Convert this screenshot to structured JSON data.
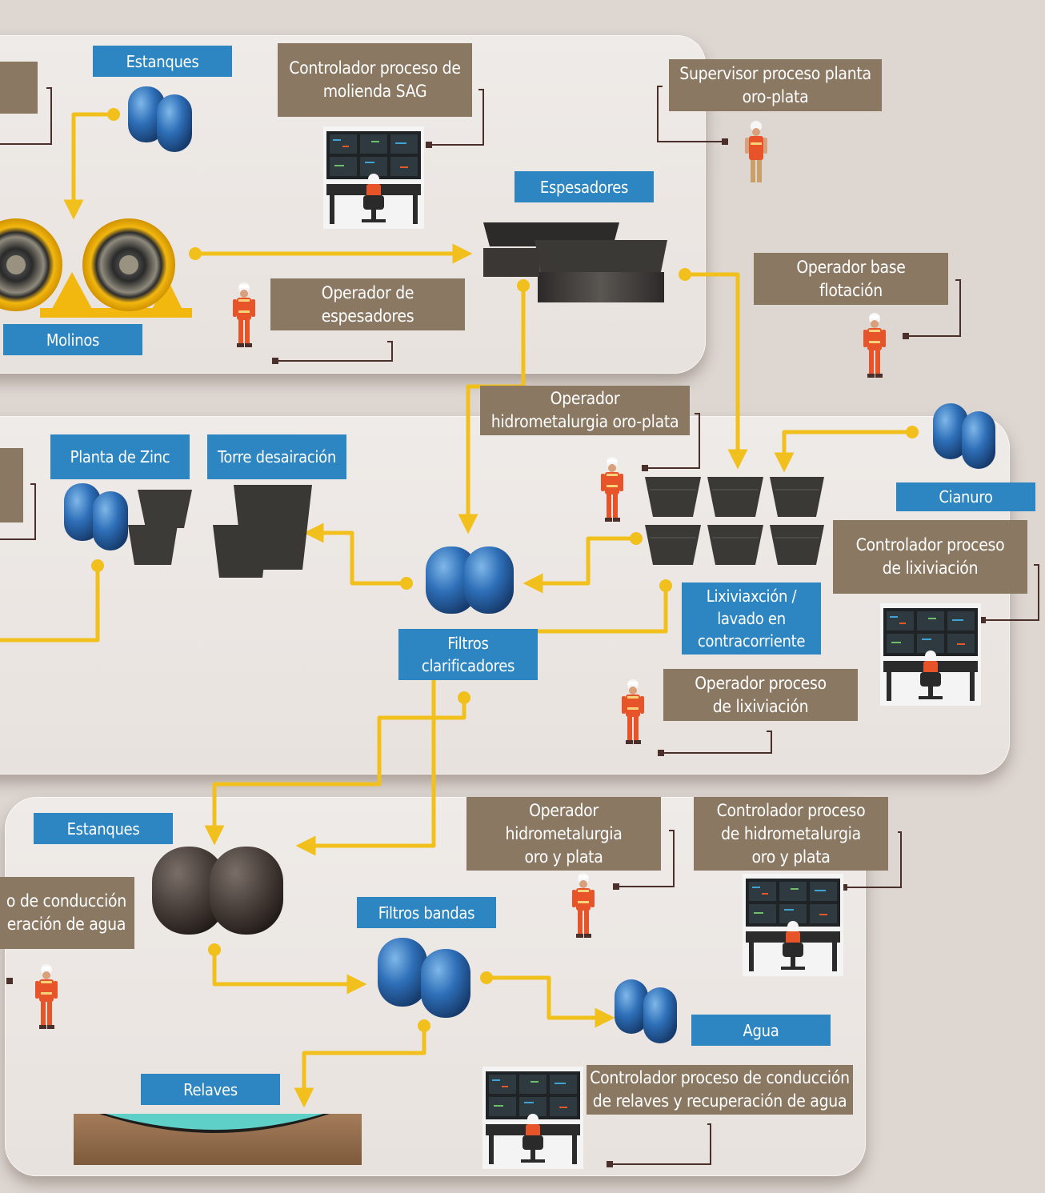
{
  "colors": {
    "background": "#ddd6d1",
    "panel": "#ece7e3",
    "equipment_label": "#2d86c2",
    "role_label": "#8a7862",
    "flow_arrow": "#f2c01c",
    "connector": "#4a2f2a"
  },
  "icons": {
    "tank": "blue-tank-pair-icon",
    "worker": "worker-in-orange-vest-icon",
    "control_room": "control-room-operator-icon"
  },
  "equipment": {
    "estanques_top": "Estanques",
    "espesadores": "Espesadores",
    "molinos": "Molinos",
    "planta_zinc": "Planta de Zinc",
    "torre": "Torre desairación",
    "cianuro": "Cianuro",
    "lixiviacion": "Lixiviaxción /\nlavado en\ncontracorriente",
    "filtros_clarificadores": "Filtros\nclarificadores",
    "estanques_bottom": "Estanques",
    "filtros_bandas": "Filtros bandas",
    "agua": "Agua",
    "relaves": "Relaves"
  },
  "roles": {
    "controlador_sag": "Controlador proceso de\nmolienda SAG",
    "supervisor": "Supervisor proceso planta\noro-plata",
    "operador_espesadores": "Operador de\nespesadores",
    "operador_flotacion": "Operador base\nflotación",
    "operador_hidro_top": "Operador\nhidrometalurgia oro-plata",
    "controlador_lixiviacion": "Controlador proceso\nde lixiviación",
    "operador_lixiviacion": "Operador proceso\nde lixiviación",
    "operador_hidro_bottom": "Operador\nhidrometalurgia\noro y plata",
    "controlador_hidro": "Controlador proceso\nde hidrometalurgia\noro y plata",
    "conduccion_partial": "o de conducción\neración de agua",
    "controlador_relaves": "Controlador proceso de conducción\nde relaves y recuperación de agua"
  }
}
